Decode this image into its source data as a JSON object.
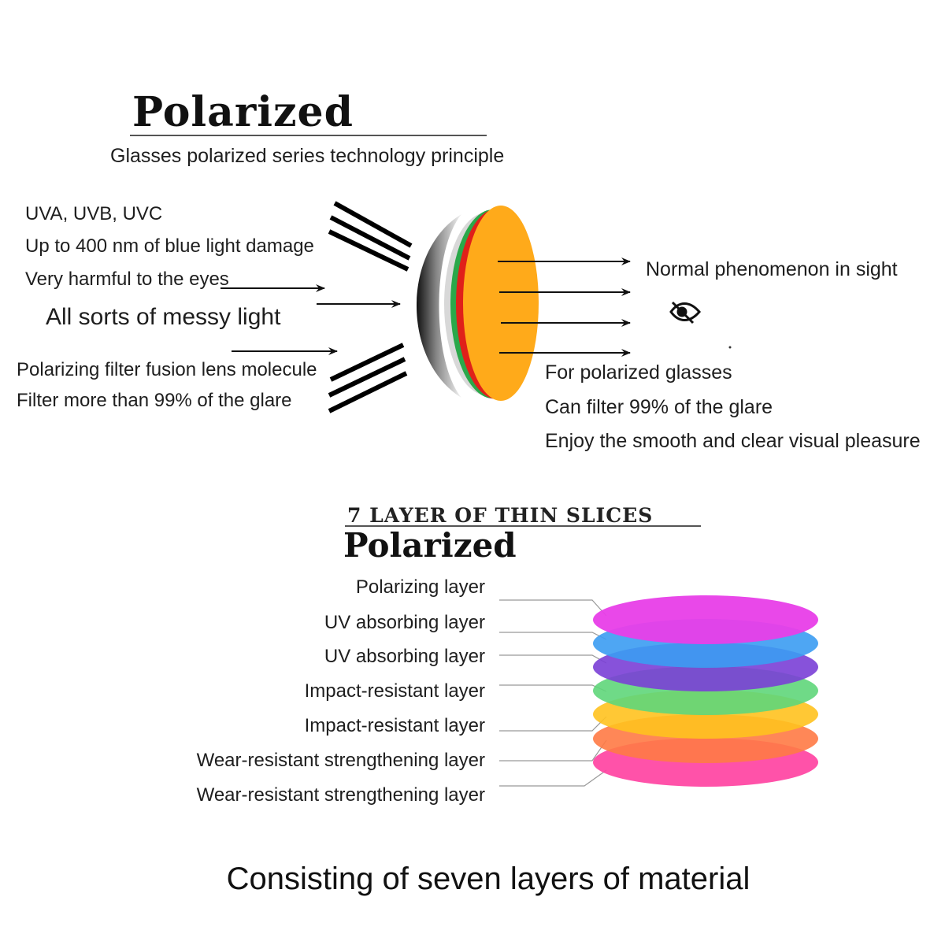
{
  "header": {
    "title": "Polarized",
    "subtitle": "Glasses polarized series technology principle"
  },
  "left_texts": [
    "UVA, UVB, UVC",
    "Up to 400 nm of blue light damage",
    "Very harmful to the eyes",
    "All sorts of messy light",
    "Polarizing filter fusion lens molecule",
    "Filter more than 99% of the glare"
  ],
  "right_texts": {
    "normal": "Normal phenomenon in sight",
    "for_glasses": "For polarized glasses",
    "filter": "Can filter 99% of the glare",
    "enjoy": "Enjoy the smooth and clear visual pleasure"
  },
  "layers_section": {
    "heading": "7 LAYER OF THIN SLICES",
    "title": "Polarized",
    "layers": [
      "Polarizing layer",
      "UV absorbing layer",
      "UV absorbing layer",
      "Impact-resistant layer",
      "Impact-resistant layer",
      "Wear-resistant strengthening layer",
      "Wear-resistant strengthening layer"
    ],
    "layer_colors": [
      "#e83ee8",
      "#3b9cf2",
      "#7a3fd6",
      "#5fd67a",
      "#ffc21f",
      "#ff7a45",
      "#ff3fa0"
    ]
  },
  "footer": "Consisting of seven layers of material",
  "colors": {
    "lens_orange": "#ffaa1a",
    "lens_red": "#e0201a",
    "lens_green": "#2aa84a"
  }
}
